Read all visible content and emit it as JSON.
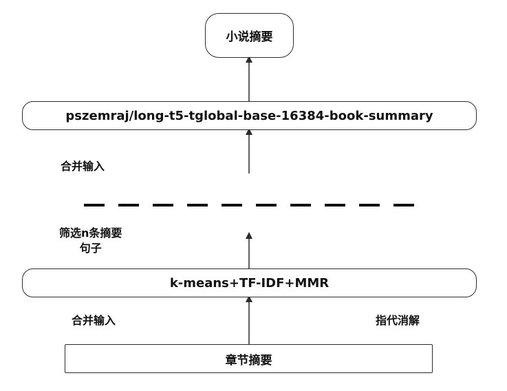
{
  "diagram": {
    "nodes": {
      "novel_summary": "小说摘要",
      "model": "pszemraj/long-t5-tglobal-base-16384-book-summary",
      "algorithm": "k-means+TF-IDF+MMR",
      "chapter_summary": "章节摘要"
    },
    "labels": {
      "merge_input_upper": "合并输入",
      "select_sentences_line1": "筛选n条摘要",
      "select_sentences_line2": "句子",
      "merge_input_lower": "合并输入",
      "coreference": "指代消解"
    },
    "colors": {
      "stroke": "#2b2b2b",
      "text": "#111111",
      "background": "#ffffff"
    }
  }
}
